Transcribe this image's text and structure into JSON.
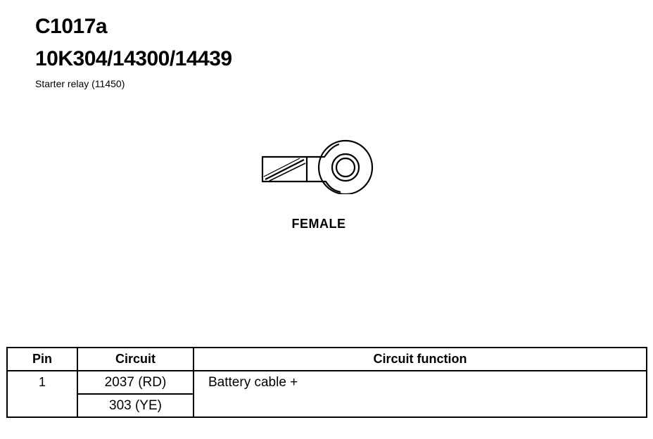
{
  "header": {
    "connector_id": "C1017a",
    "part_numbers": "10K304/14300/14439",
    "component": "Starter relay (11450)"
  },
  "figure": {
    "icon": "ring-terminal-icon",
    "gender": "FEMALE"
  },
  "table": {
    "headers": {
      "pin": "Pin",
      "circuit": "Circuit",
      "function": "Circuit function"
    },
    "rows": [
      {
        "pin": "1",
        "circuits": [
          "2037 (RD)",
          "303 (YE)"
        ],
        "function": "Battery cable +"
      }
    ]
  }
}
